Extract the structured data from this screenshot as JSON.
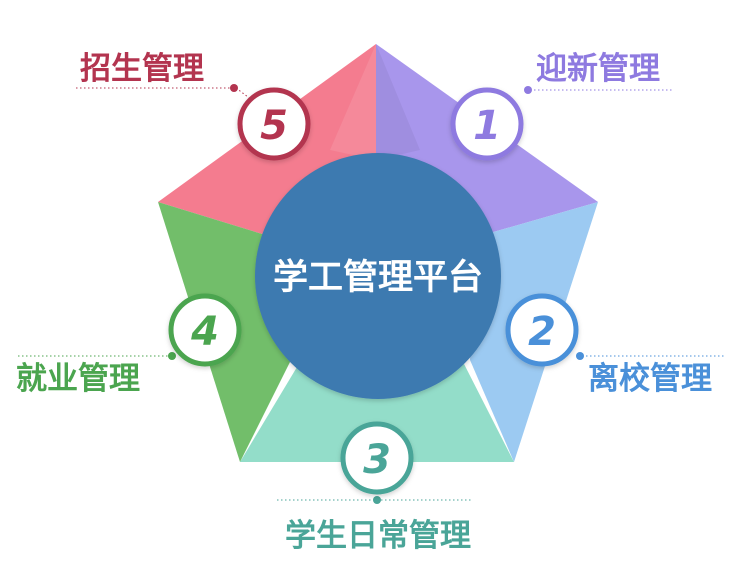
{
  "center": {
    "title": "学工管理平台",
    "color": "#3e7ab0"
  },
  "modules": [
    {
      "number": "1",
      "label": "迎新管理",
      "color": "#8e7ae0"
    },
    {
      "number": "2",
      "label": "离校管理",
      "color": "#4a90d9"
    },
    {
      "number": "3",
      "label": "学生日常管理",
      "color": "#4aa598"
    },
    {
      "number": "4",
      "label": "就业管理",
      "color": "#4ba54f"
    },
    {
      "number": "5",
      "label": "招生管理",
      "color": "#b3344f"
    }
  ],
  "segment_colors": {
    "module_1": "#a896ec",
    "module_2": "#9ccaf2",
    "module_3": "#93ddc9",
    "module_4": "#72be6a",
    "module_5": "#f47c8f"
  }
}
